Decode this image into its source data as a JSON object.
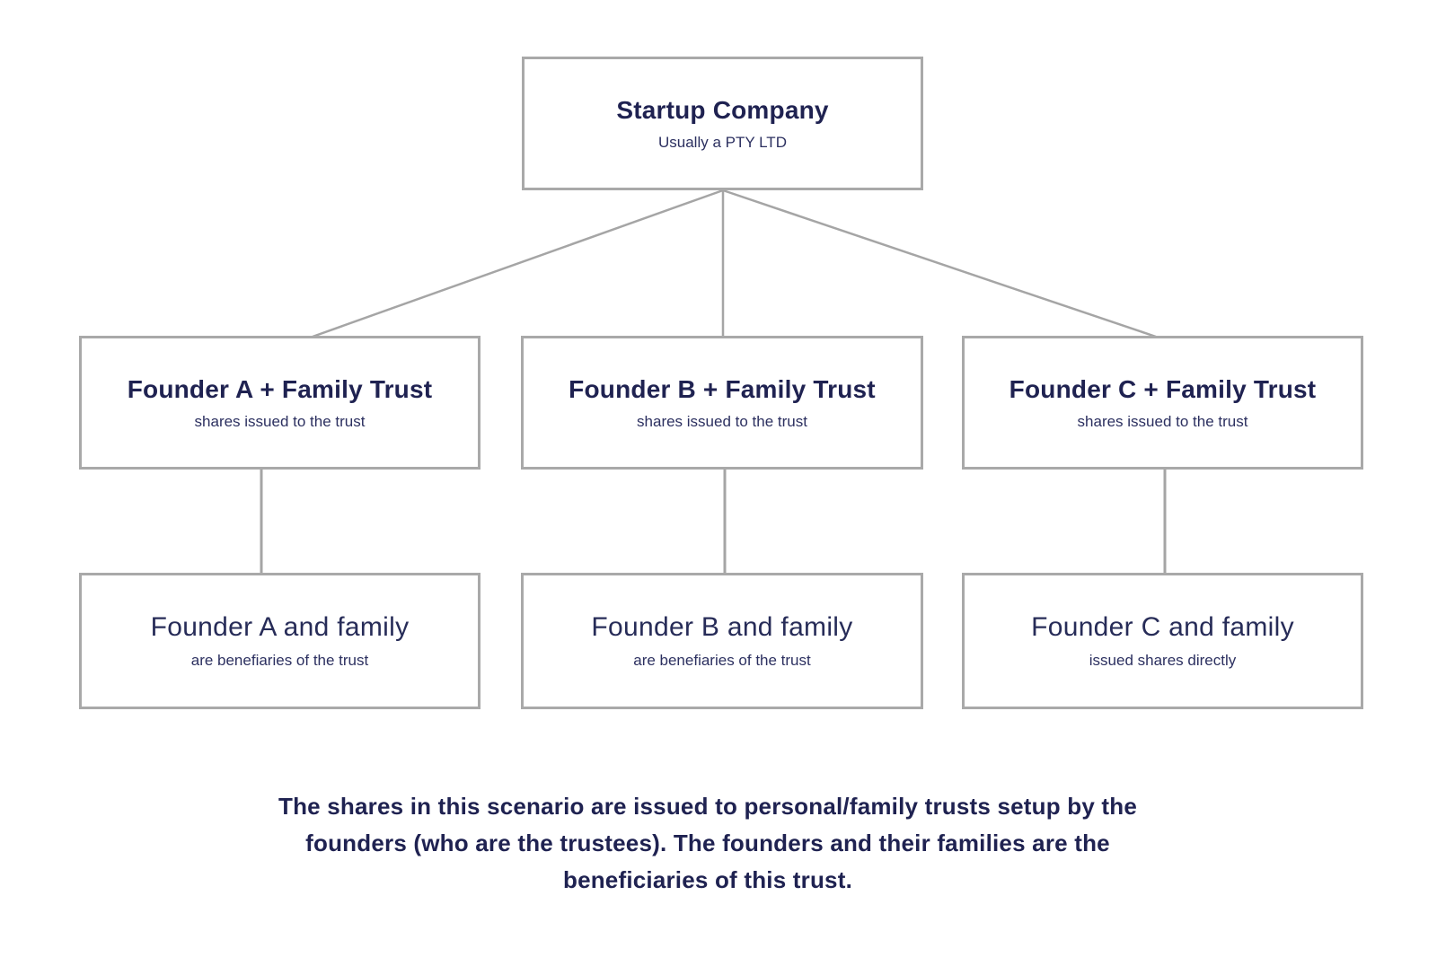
{
  "colors": {
    "background": "#ffffff",
    "box_border": "#a9a9a9",
    "connector_line": "#a5a5a5",
    "text_navy": "#1f2251"
  },
  "top_box": {
    "title": "Startup Company",
    "subtitle": "Usually a PTY LTD"
  },
  "trust_boxes": [
    {
      "title": "Founder A + Family Trust",
      "subtitle": "shares issued to the trust"
    },
    {
      "title": "Founder B + Family Trust",
      "subtitle": "shares issued to the trust"
    },
    {
      "title": "Founder C + Family Trust",
      "subtitle": "shares issued to the trust"
    }
  ],
  "family_boxes": [
    {
      "title": "Founder A and family",
      "subtitle": "are benefiaries of the trust"
    },
    {
      "title": "Founder B and family",
      "subtitle": "are benefiaries of the trust"
    },
    {
      "title": "Founder C and family",
      "subtitle": "issued shares directly"
    }
  ],
  "caption": {
    "line1": "The shares in this scenario are issued to personal/family trusts setup by the",
    "line2": "founders (who are the trustees). The founders and their families are the",
    "line3": "beneficiaries of this trust."
  }
}
